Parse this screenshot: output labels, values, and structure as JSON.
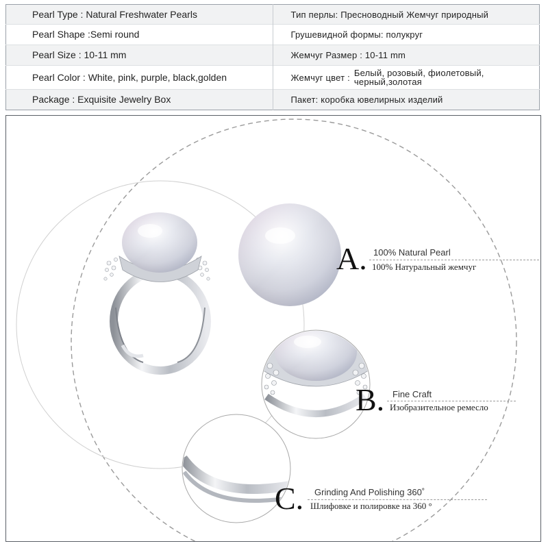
{
  "specs": [
    {
      "en": "Pearl Type : Natural Freshwater Pearls",
      "ru": "Тип перлы: Пресноводный Жемчуг природный"
    },
    {
      "en": "Pearl Shape :Semi round",
      "ru": "Грушевидной формы: полукруг"
    },
    {
      "en": "Pearl Size : 10-11 mm",
      "ru": "Жемчуг Размер : 10-11 mm"
    },
    {
      "en": "Pearl Color : White, pink, purple, black,golden",
      "ru_label": "Жемчуг цвет :",
      "ru": "Белый, розовый, фиолетовый, черный,золотая"
    },
    {
      "en": "Package : Exquisite Jewelry Box",
      "ru": "Пакет: коробка ювелирных изделий"
    }
  ],
  "features": [
    {
      "letter": "A.",
      "en": "100% Natural Pearl",
      "ru": "100% Натуральный жемчуг"
    },
    {
      "letter": "B.",
      "en": "Fine Craft",
      "ru": "Изобразительное ремесло"
    },
    {
      "letter": "C.",
      "en": "Grinding And Polishing 360˚",
      "ru": "Шлифовке и полировке на 360 °"
    }
  ],
  "colors": {
    "pearl_highlight": "#ffffff",
    "pearl_base": "#d9dbe3",
    "pearl_tint": "#c9b8d2",
    "metal": "#c8ccd2",
    "dashed_circle": "#9a9a9a"
  },
  "images": {
    "ring": "ring-with-pearl-image",
    "pearl_closeup": "pearl-closeup-image",
    "setting_closeup": "setting-closeup-image",
    "band_closeup": "band-closeup-image"
  }
}
